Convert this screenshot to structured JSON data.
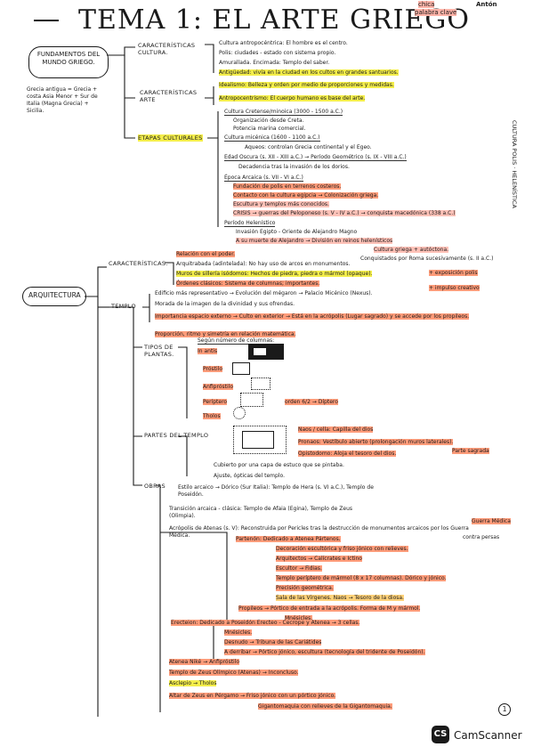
{
  "header": {
    "title": "TEMA 1: EL ARTE GRIEGO",
    "corner_word1": "chica",
    "corner_word2": "palabra clave",
    "corner_right": "Antón"
  },
  "intro": {
    "box_label": "FUNDAMENTOS DEL MUNDO GRIEGO.",
    "note": "Grecia antigua = Grecia + costa Asia Menor + Sur de Italia (Magna Grecia) + Sicilia.",
    "branches": {
      "cultura": {
        "label": "CARACTERÍSTICAS CULTURA.",
        "items": [
          "Cultura antropocéntrica: El hombre es el centro.",
          "Polis: ciudades - estado con sistema propio.",
          "Amurallada. Encimada: Templo del saber.",
          "Antigüedad: vivía en la ciudad en los cultos en grandes santuarios."
        ]
      },
      "arte": {
        "label": "CARACTERÍSTICAS ARTE",
        "items": [
          "Idealismo: Belleza y orden por medio de proporciones y medidas.",
          "Antropocentrismo: El cuerpo humano es base del arte."
        ]
      },
      "etapas": {
        "label": "ETAPAS CULTURALES",
        "items": [
          "Cultura Cretense/minoica (3000 - 1500 a.C.)",
          "Organización desde Creta.",
          "Potencia marina comercial.",
          "Cultura micénica (1600 - 1100 a.C.)",
          "Aqueos: controlan Grecia continental y el Egeo.",
          "Edad Oscura (s. XII - XIII a.C.) → Período Geométrico (s. IX - VIII a.C.)",
          "Decadencia tras la invasión de los dorios.",
          "Época Arcaica (s. VII - VI a.C.)",
          "Fundación de polis en terrenos costeros.",
          "Contacto con la cultura egipcia → Colonización griega.",
          "Escultura y templos más conocidos.",
          "CRISIS → guerras del Peloponeso (s. V - IV a.C.) → conquista macedónica (338 a.C.)",
          "Período Helenístico",
          "Invasión Egipto - Oriente de Alejandro Magno",
          "A su muerte de Alejandro → División en reinos helenísticos",
          "Cultura griega + autóctona.",
          "Conquistados por Roma sucesivamente (s. II a.C.)"
        ],
        "side_label": "CULTURA POLIS · HELENÍSTICA"
      }
    }
  },
  "arquitectura": {
    "box_label": "ARQUITECTURA",
    "caracteristicas": {
      "label": "CARACTERÍSTICAS.",
      "items": [
        "Relación con el poder.",
        "Arquitrabada (adintelada): No hay uso de arcos en monumentos.",
        "Muros de sillería isódomos: Hechos de piedra, piedra o mármol (opaque).",
        "Órdenes clásicos: Sistema de columnas; importantes."
      ],
      "side_notes": [
        "+ exposición polis",
        "+ impulso creativo"
      ]
    },
    "templo": {
      "label": "TEMPLO",
      "items": [
        "Edificio más representativo → Evolución del mégaron → Palacio Micénico (Nexus).",
        "Morada de la imagen de la divinidad y sus ofrendas.",
        "Importancia espacio externo → Culto en exterior → Está en la acrópolis (Lugar sagrado) y se accede por los propileos.",
        "Proporción, ritmo y simetría en relación matemática."
      ],
      "tipos": {
        "label": "TIPOS DE PLANTAS.",
        "header": "Según número de columnas:",
        "items": [
          "In antis",
          "Próstilo",
          "Anfipróstilo",
          "Períptero",
          "Tholos"
        ],
        "note": "orden 6/2 → Díptero"
      },
      "partes": {
        "label": "PARTES DEL TEMPLO",
        "items": [
          "Naos / cella: Capilla del dios",
          "Pronaos: Vestíbulo abierto (prolongación muros laterales).",
          "Opistodomo: Aloja el tesoro del dios.",
          "Cubierto por una capa de estuco que se pintaba.",
          "Ajuste, ópticas del templo."
        ],
        "right_note": "Parte sagrada"
      },
      "obras": {
        "label": "OBRAS",
        "items": [
          "Estilo arcaico → Dórico (Sur Italia): Templo de Hera (s. VI a.C.), Templo de Poseidón.",
          "Transición arcaica - clásica: Templo de Afaia (Egina), Templo de Zeus (Olimpia).",
          "Acrópolis de Atenas (s. V): Reconstruida por Pericles tras la destrucción de monumentos arcaicos por los Guerra Médica.",
          "Partenón: Dedicado a Atenea Pártenos.",
          "Decoración escultórica y friso jónico con relieves.",
          "Arquitectos → Calícrates e Ictino",
          "Escultor → Fidias.",
          "Templo períptero de mármol (8 x 17 columnas). Dórico y jónico.",
          "Precisión geométrica.",
          "Sala de las Vírgenes. Naos → Tesoro de la diosa.",
          "Propileos → Pórtico de entrada a la acrópolis. Forma de M y mármol.",
          "Mnésicles.",
          "Erecteion: Dedicado a Poseidón Erecteo - Cecrope y Atenea → 3 cellas.",
          "Mnésicles.",
          "Desnudo → Tribuna de las Cariátides",
          "A derribar → Pórtico jónico, escultura (tecnología del tridente de Poseidón).",
          "Atenea Niké → Anfipróstilo",
          "Templo de Zeus Olímpico (Atenas) → Inconcluso.",
          "Asclepio → Tholos",
          "Altar de Zeus en Pérgamo → Friso jónico con un pórtico jónico.",
          "Gigantomaquia con relieves de la Gigantomaquia."
        ],
        "right_note": "Guerra Médica",
        "right_note2": "contra persas"
      }
    }
  },
  "page_number": "1",
  "footer": {
    "logo": "CS",
    "text": "CamScanner"
  },
  "colors": {
    "ink": "#1a1a1a",
    "highlight_yellow": "#f4ee4b",
    "highlight_orange": "#ff9c7a",
    "highlight_pink": "#ffc2b8",
    "highlight_red": "#ff7a67"
  }
}
